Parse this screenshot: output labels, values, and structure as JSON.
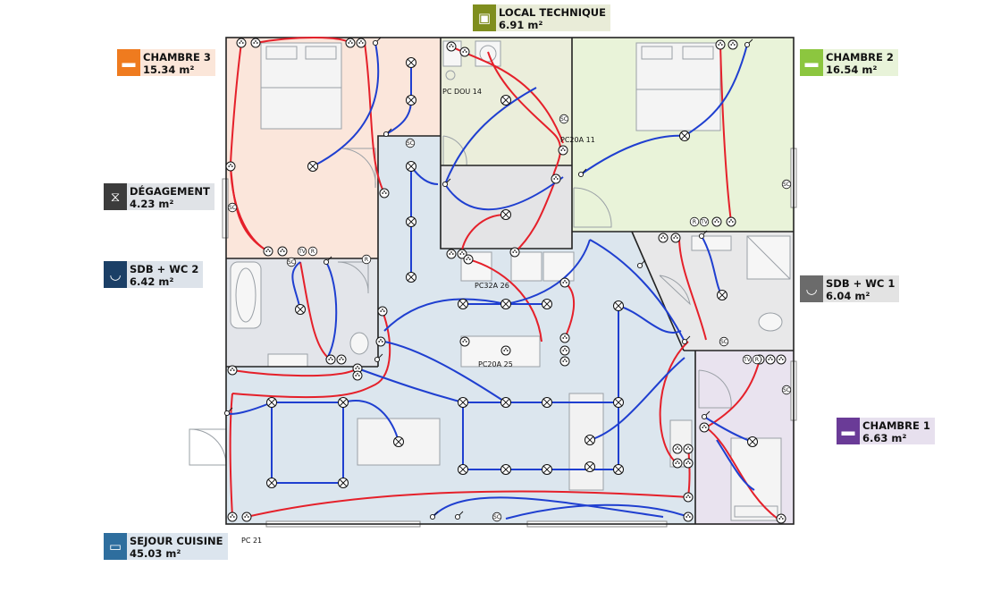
{
  "rooms": [
    {
      "id": "local-technique",
      "name": "LOCAL TECHNIQUE",
      "area": "6.91 m²",
      "color": "#7f8e1e",
      "bg": "#e9ecd8",
      "icon": "panel-icon"
    },
    {
      "id": "chambre-3",
      "name": "CHAMBRE 3",
      "area": "15.34 m²",
      "color": "#ef7b1f",
      "bg": "#fbe6d9",
      "icon": "bed-icon"
    },
    {
      "id": "chambre-2",
      "name": "CHAMBRE 2",
      "area": "16.54 m²",
      "color": "#8cc63f",
      "bg": "#e8f3d9",
      "icon": "bed-icon"
    },
    {
      "id": "degagement",
      "name": "DÉGAGEMENT",
      "area": "4.23 m²",
      "color": "#3c3c3c",
      "bg": "#e0e3e7",
      "icon": "hallway-icon"
    },
    {
      "id": "sdb-wc-2",
      "name": "SDB + WC 2",
      "area": "6.42 m²",
      "color": "#1b3f66",
      "bg": "#dde3ea",
      "icon": "bathtub-icon"
    },
    {
      "id": "sdb-wc-1",
      "name": "SDB + WC 1",
      "area": "6.04 m²",
      "color": "#6b6b6b",
      "bg": "#e3e3e3",
      "icon": "bathtub-icon"
    },
    {
      "id": "chambre-1",
      "name": "CHAMBRE 1",
      "area": "6.63 m²",
      "color": "#6a3b97",
      "bg": "#e7e0ee",
      "icon": "bed-icon"
    },
    {
      "id": "sejour-cuisine",
      "name": "SEJOUR CUISINE",
      "area": "45.03 m²",
      "color": "#2e6e9e",
      "bg": "#dce5ee",
      "icon": "sofa-icon"
    }
  ],
  "circuit_labels": [
    {
      "id": "pc-dou-14",
      "text": "PC DOU 14"
    },
    {
      "id": "pc20a-11",
      "text": "PC20A 11"
    },
    {
      "id": "pc32a-26",
      "text": "PC32A 26"
    },
    {
      "id": "pc20a-25",
      "text": "PC20A 25"
    },
    {
      "id": "pc-21",
      "text": "PC 21"
    }
  ],
  "symbols": {
    "switch": "SC",
    "tv": "TV",
    "network": "R"
  },
  "colors": {
    "power": "#e5202a",
    "lighting": "#1f3fd0",
    "wall": "#222222"
  }
}
